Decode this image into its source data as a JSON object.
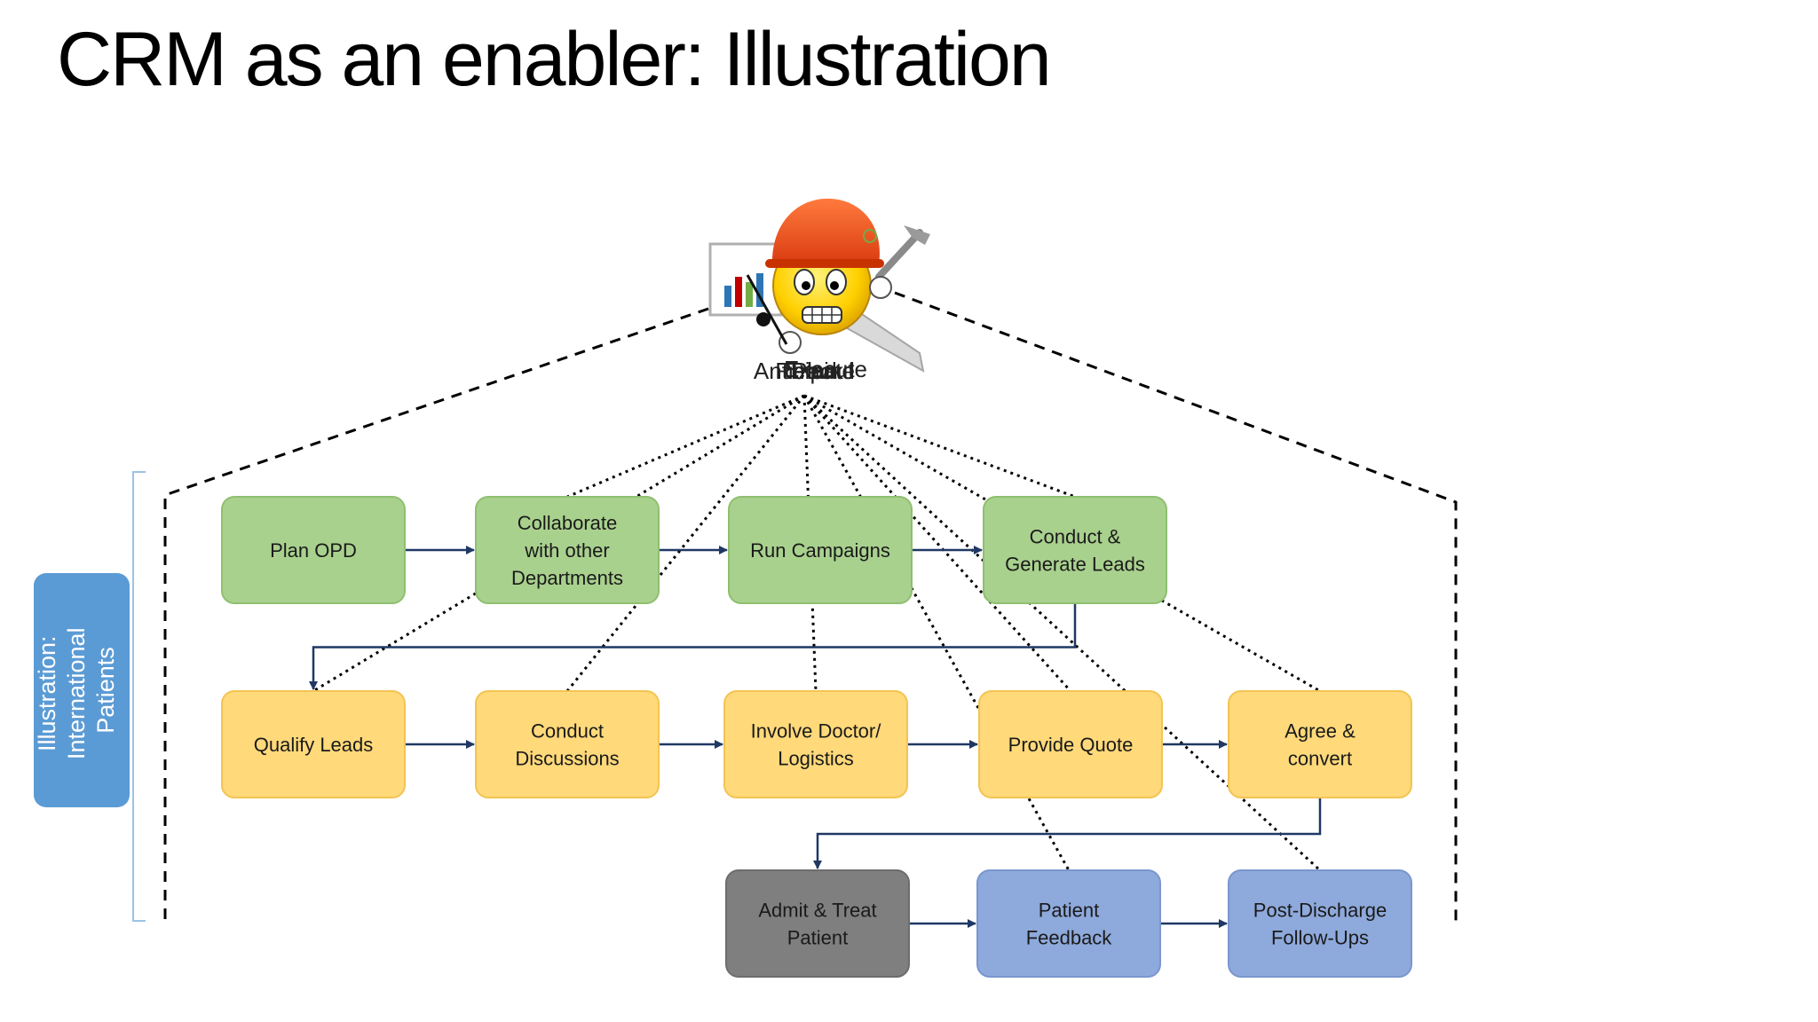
{
  "title": "CRM as an enabler: Illustration",
  "side_label": [
    "Illustration:",
    "International",
    "Patients"
  ],
  "mascot_label": "Anticipate",
  "mascot_label_overlaps": [
    "Plan",
    "Track",
    "Remind",
    "Execute"
  ],
  "colors": {
    "green_fill": "#a9d18e",
    "green_stroke": "#8fbf6f",
    "yellow_fill": "#ffd97a",
    "yellow_stroke": "#f2c452",
    "gray_fill": "#7f7f7f",
    "gray_stroke": "#6d6d6d",
    "blue_fill": "#8ea9db",
    "blue_stroke": "#7a96cf",
    "side_fill": "#5b9bd5",
    "arrow": "#1f3864"
  },
  "boxes": [
    {
      "id": "plan-opd",
      "lines": [
        "Plan OPD"
      ],
      "color": "green"
    },
    {
      "id": "collaborate",
      "lines": [
        "Collaborate",
        "with other",
        "Departments"
      ],
      "color": "green"
    },
    {
      "id": "run-campaigns",
      "lines": [
        "Run Campaigns"
      ],
      "color": "green"
    },
    {
      "id": "conduct-generate",
      "lines": [
        "Conduct &",
        "Generate Leads"
      ],
      "color": "green"
    },
    {
      "id": "qualify-leads",
      "lines": [
        "Qualify Leads"
      ],
      "color": "yellow"
    },
    {
      "id": "conduct-discussions",
      "lines": [
        "Conduct",
        "Discussions"
      ],
      "color": "yellow"
    },
    {
      "id": "involve-doctor",
      "lines": [
        "Involve Doctor/",
        "Logistics"
      ],
      "color": "yellow"
    },
    {
      "id": "provide-quote",
      "lines": [
        "Provide Quote"
      ],
      "color": "yellow"
    },
    {
      "id": "agree-convert",
      "lines": [
        "Agree &",
        "convert"
      ],
      "color": "yellow"
    },
    {
      "id": "admit-treat",
      "lines": [
        "Admit & Treat",
        "Patient"
      ],
      "color": "gray"
    },
    {
      "id": "patient-feedback",
      "lines": [
        "Patient",
        "Feedback"
      ],
      "color": "blue"
    },
    {
      "id": "post-discharge",
      "lines": [
        "Post-Discharge",
        "Follow-Ups"
      ],
      "color": "blue"
    }
  ],
  "flow_arrows": [
    [
      "plan-opd",
      "collaborate"
    ],
    [
      "collaborate",
      "run-campaigns"
    ],
    [
      "run-campaigns",
      "conduct-generate"
    ],
    [
      "conduct-generate",
      "qualify-leads"
    ],
    [
      "qualify-leads",
      "conduct-discussions"
    ],
    [
      "conduct-discussions",
      "involve-doctor"
    ],
    [
      "involve-doctor",
      "provide-quote"
    ],
    [
      "provide-quote",
      "agree-convert"
    ],
    [
      "agree-convert",
      "admit-treat"
    ],
    [
      "admit-treat",
      "patient-feedback"
    ],
    [
      "patient-feedback",
      "post-discharge"
    ]
  ],
  "mascot_links": [
    "collaborate",
    "conduct-generate",
    "qualify-leads",
    "conduct-discussions",
    "involve-doctor",
    "provide-quote",
    "agree-convert",
    "patient-feedback",
    "post-discharge"
  ]
}
